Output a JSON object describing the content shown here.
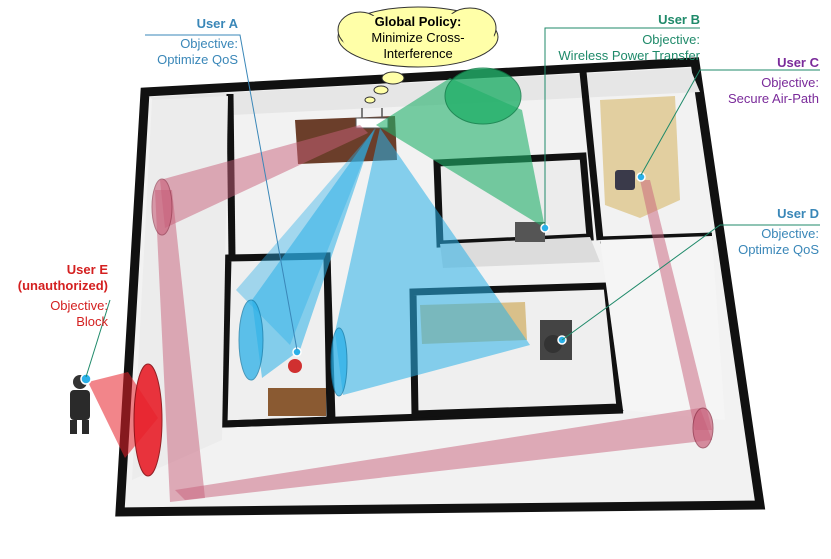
{
  "global_policy": {
    "title": "Global Policy:",
    "line1": "Minimize Cross-",
    "line2": "Interference"
  },
  "users": {
    "a": {
      "name": "User A",
      "objective_label": "Objective:",
      "objective": "Optimize QoS",
      "color": "#3a87b8"
    },
    "b": {
      "name": "User B",
      "objective_label": "Objective:",
      "objective": "Wireless Power Transfer",
      "color": "#1f8a6a"
    },
    "c": {
      "name": "User C",
      "objective_label": "Objective:",
      "objective": "Secure Air-Path",
      "color": "#7a2a9a"
    },
    "d": {
      "name": "User D",
      "objective_label": "Objective:",
      "objective": "Optimize QoS",
      "color": "#3a87b8"
    },
    "e": {
      "name_line1": "User E",
      "name_line2": "(unauthorized)",
      "objective_label": "Objective:",
      "objective": "Block",
      "color": "#d42020"
    }
  },
  "colors": {
    "beam_blue": "#2ab0e8",
    "beam_green": "#22b06a",
    "beam_pink": "#c8607a",
    "jammer_red": "#e8202a",
    "wall": "#111111",
    "floor": "#f4f4f4",
    "cloud": "#ffffa8"
  }
}
